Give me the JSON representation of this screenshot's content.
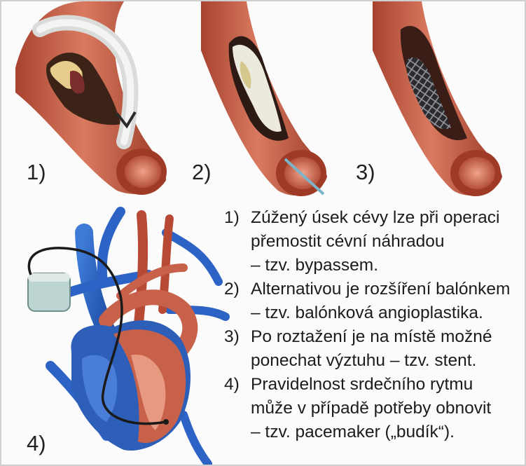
{
  "panel_labels": {
    "p1": "1)",
    "p2": "2)",
    "p3": "3)",
    "p4": "4)"
  },
  "captions": [
    {
      "marker": "1)",
      "lines": [
        "Zúžený úsek cévy lze při operaci",
        "přemostit cévní náhradou",
        "– tzv. bypassem."
      ]
    },
    {
      "marker": "2)",
      "lines": [
        "Alternativou je rozšíření balónkem",
        "– tzv. balónková angioplastika."
      ]
    },
    {
      "marker": "3)",
      "lines": [
        "Po roztažení je na místě možné",
        "ponechat výztuhu – tzv. stent."
      ]
    },
    {
      "marker": "4)",
      "lines": [
        "Pravidelnost srdečního rytmu",
        "může v případě potřeby obnovit",
        "– tzv. pacemaker („budík“)."
      ]
    }
  ],
  "colors": {
    "vessel": "#c8614a",
    "vessel_dark": "#8e3524",
    "vein": "#2d63c4",
    "plaque": "#e9d49a",
    "device": "#b9d4d2"
  }
}
